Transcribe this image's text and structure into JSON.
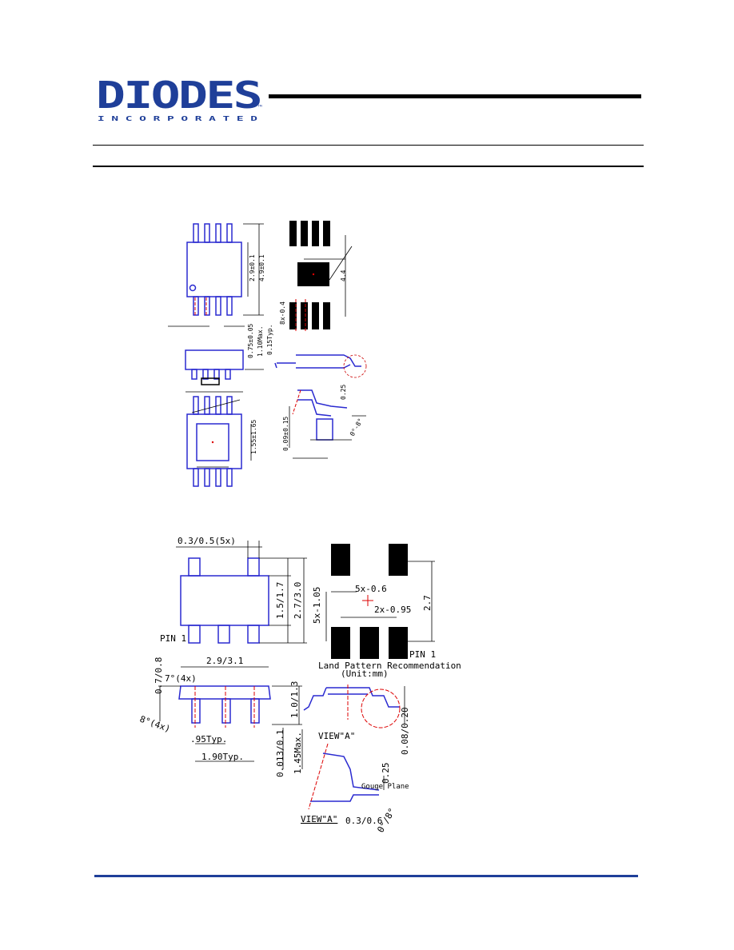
{
  "brand": {
    "name": "DIODES",
    "sub": "I N C O R P O R A T E D",
    "tm": "™",
    "color": "#1f3f99"
  },
  "msop": {
    "dims": [
      "2.9±0.1",
      "4.9±0.1",
      "4.4",
      "8x-0.4",
      "0.75±0.05",
      "1.10Max.",
      "0.15Typ.",
      "0.25",
      "0.09±0.15",
      "1.55±1.65",
      "0°-8°"
    ]
  },
  "sot": {
    "top_lead": "0.3/0.5(5x)",
    "body_h": "1.5/1.7",
    "overall_h": "2.7/3.0",
    "pin1": "PIN 1",
    "pad_pitch_v": "5x-1.05",
    "pad_w": "5x-0.6",
    "pad_pitch": "2x-0.95",
    "pad_span": "2.7",
    "pin1_right": "PIN 1",
    "land_title": "Land Pattern  Recommendation",
    "land_unit": "(Unit:mm)",
    "length": "2.9/3.1",
    "lead_t": "0.7/0.8",
    "angle7": "7°(4x)",
    "angle8": "8°(4x)",
    "thick": "1.0/1.3",
    "pitch": ".95Typ.",
    "pitch2": "1.90Typ.",
    "standoff": "0.013/0.1",
    "maxh": "1.45Max.",
    "view_a": "VIEW\"A\"",
    "lead_thk": "0.08/0.20",
    "view_a2": "VIEW\"A\"",
    "gauge": "Gouge Plane",
    "gauge_d": "0.25",
    "foot": "0.3/0.6",
    "foot_ang": "0°/8°"
  }
}
